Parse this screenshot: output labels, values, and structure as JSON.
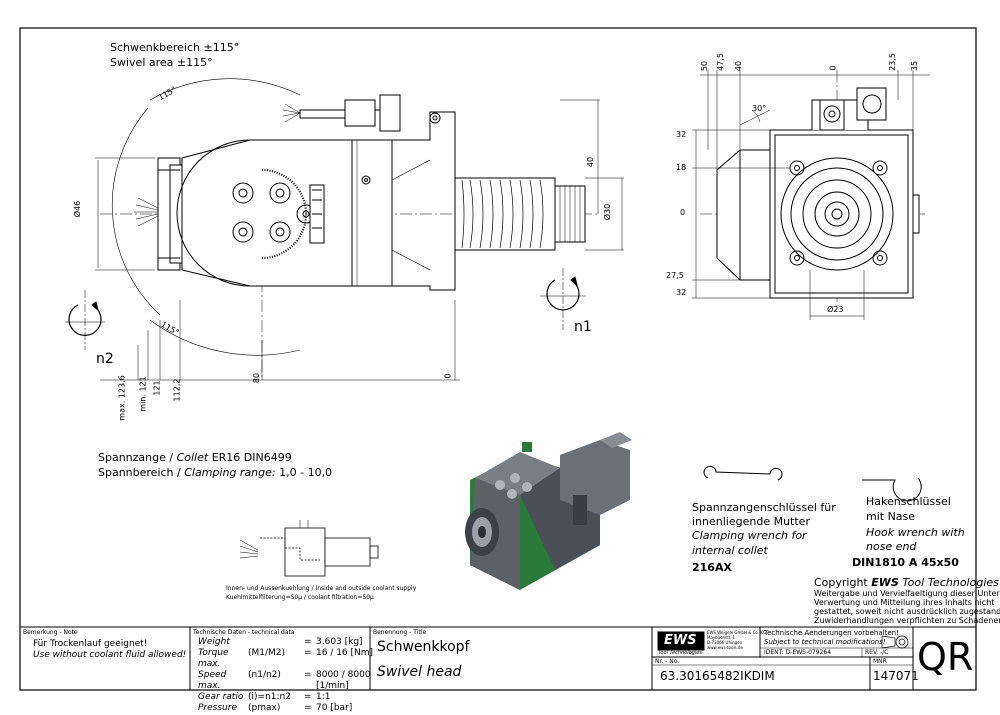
{
  "swivel": {
    "range_de": "Schwenkbereich ±115°",
    "range_en": "Swivel area ±115°",
    "angle_top": "115°",
    "angle_bottom": "115°"
  },
  "dims_left": {
    "d46": "Ø46",
    "v40": "40",
    "d30": "Ø30",
    "zero_bottom": "0",
    "d80": "80",
    "d112": "112,2",
    "d121": "121",
    "dmin121": "min. 121",
    "dmax123": "max. 123,6"
  },
  "dims_right": {
    "top": [
      "50",
      "47,5",
      "40",
      "0",
      "23,5",
      "35"
    ],
    "left": [
      "32",
      "18",
      "0",
      "27,5",
      "32"
    ],
    "angle": "30°",
    "d23": "Ø23"
  },
  "labels": {
    "n1": "n1",
    "n2": "n2"
  },
  "collet": {
    "line1_de": "Spannzange /",
    "line1_en": "Collet",
    "line1_val": "ER16    DIN6499",
    "line2_de": "Spannbereich /",
    "line2_en": "Clamping range:",
    "line2_val": "1,0 - 10,0"
  },
  "coolant": {
    "line1": "Innen- und Aussenkuehlung / Inside and outside coolant supply",
    "line2": "Kuehlmittelfilterung=50µ / coolant filtration=50µ"
  },
  "wrench1": {
    "de1": "Spannzangenschlüssel für",
    "de2": "innenliegende Mutter",
    "en1": "Clamping wrench for",
    "en2": "internal collet",
    "code": "216AX"
  },
  "wrench2": {
    "de1": "Hakenschlüssel",
    "de2": "mit Nase",
    "en1": "Hook wrench with",
    "en2": "nose end",
    "code": "DIN1810  A  45x50"
  },
  "copyright": {
    "title_prefix": "Copyright ",
    "title_brand": "EWS",
    "title_suffix": " Tool Technologies",
    "l1": "Weitergabe und Vervielfaeltigung dieser Unterlage,",
    "l2": "Verwertung und Mitteilung ihres Inhalts nicht",
    "l3": "gestattet, soweit nicht ausdrücklich zugestanden.",
    "l4": "Zuwiderhandlungen verpflichten zu Schadenersatz."
  },
  "titleblock": {
    "note_label": "Bemerkung - Note",
    "note_de": "Für Trockenlauf geeignet!",
    "note_en": "Use without coolant fluid allowed!",
    "tech_label": "Technische Daten - technical data",
    "tech_rows": [
      {
        "name": "Weight",
        "unit": "",
        "eq": "=",
        "val": "3.603 [kg]"
      },
      {
        "name": "Torque max.",
        "unit": "(M1/M2)",
        "eq": "=",
        "val": "16 / 16 [Nm]"
      },
      {
        "name": "Speed max.",
        "unit": "(n1/n2)",
        "eq": "=",
        "val": "8000 / 8000 [1/min]"
      },
      {
        "name": "Gear ratio",
        "unit": "(i)=n1:n2",
        "eq": "=",
        "val": "1:1"
      },
      {
        "name": "Pressure",
        "unit": "(pmax)",
        "eq": "=",
        "val": "70 [bar]"
      }
    ],
    "title_label": "Benennung - Title",
    "title_de": "Schwenkkopf",
    "title_en": "Swivel head",
    "ews_logo": "EWS",
    "ews_sub": "Tool Technologies",
    "ews_addr1": "EWS Weigele GmbH & Co. KG",
    "ews_addr2": "Maybachstr. 1",
    "ews_addr3": "D-73066 Uhingen",
    "ews_addr4": "www.ews-tools.de",
    "changes_de": "Technische Aenderungen vorbehalten!",
    "changes_en": "Subject to technical modifications!",
    "ident_label": "IDENT:",
    "ident_val": "D-EWS-079264",
    "rev_label": "REV.",
    "rev_val": "-/C",
    "nr_label": "Nr. - No.",
    "part_no": "63.30165482IKDIM",
    "mnr_label": "MNR",
    "mnr": "147071",
    "qr": "QR"
  }
}
